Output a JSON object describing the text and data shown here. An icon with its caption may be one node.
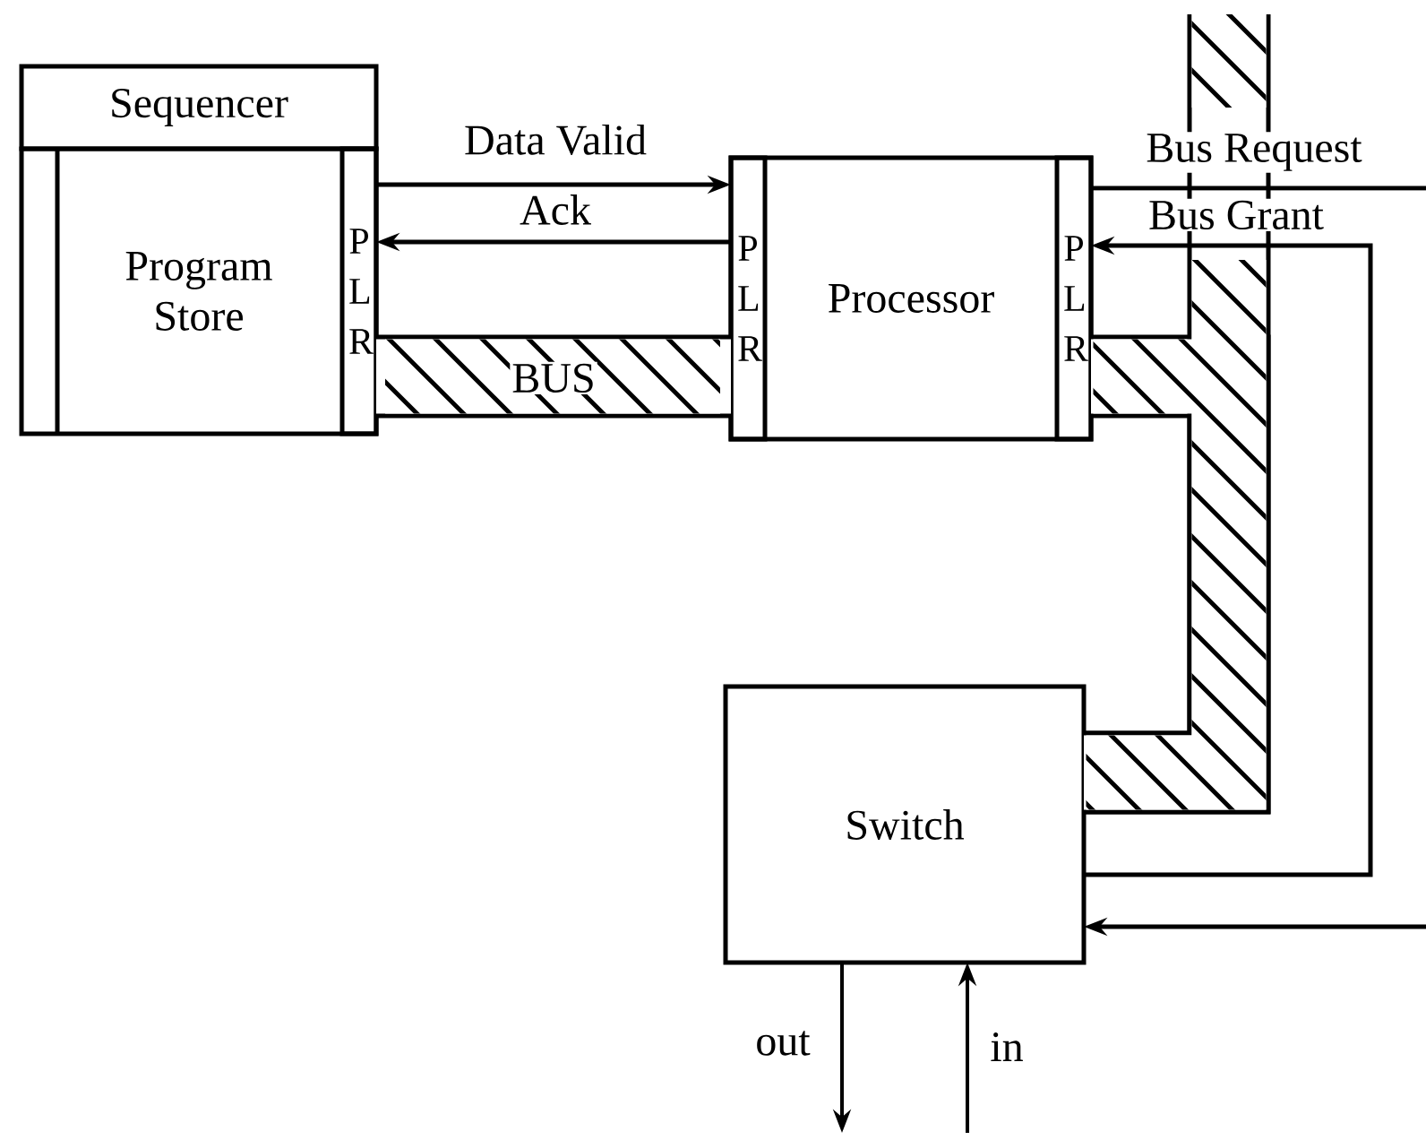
{
  "diagram": {
    "nodes": [
      {
        "text": [
          "Sequencer"
        ]
      },
      {
        "text": [
          "Program Store"
        ]
      },
      {
        "text": [
          "P L R"
        ],
        "in": 1
      },
      {
        "text": [
          "Processor"
        ]
      },
      {
        "text": [
          "P L R"
        ],
        "in": 3
      },
      {
        "text": [
          "P L R"
        ],
        "in": 3
      },
      {
        "text": [
          "Switch"
        ]
      }
    ],
    "edges": [
      {
        "from": 2,
        "to": 4,
        "arrow": "to",
        "label": "Data Valid"
      },
      {
        "from": 4,
        "to": 2,
        "arrow": "to",
        "label": "Ack"
      },
      {
        "from": 5,
        "to": null,
        "arrow": "none",
        "label": "Bus Request"
      },
      {
        "from": 6,
        "to": 5,
        "arrow": "to",
        "label": "Bus Grant"
      },
      {
        "from": null,
        "to": 6,
        "arrow": "to"
      },
      {
        "from": 6,
        "to": null,
        "arrow": "to",
        "label": "out"
      },
      {
        "from": null,
        "to": 6,
        "arrow": "to",
        "label": "in"
      },
      {
        "from": 5,
        "to": 6,
        "arrow": "none",
        "style": "thick"
      },
      {
        "from": null,
        "to": 6,
        "arrow": "none",
        "style": "thick"
      },
      {
        "from": 2,
        "to": 4,
        "arrow": "none",
        "style": "thick",
        "label": "BUS"
      }
    ]
  }
}
